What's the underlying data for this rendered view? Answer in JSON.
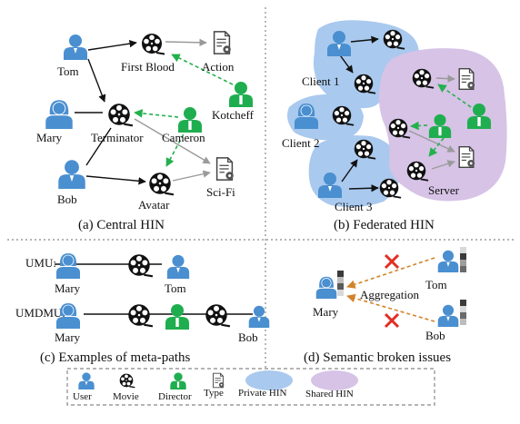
{
  "colors": {
    "user": "#4a8fd0",
    "director": "#1fae4f",
    "private_hin": "#a9c9ee",
    "shared_hin": "#d6c3e6",
    "cross": "#e32d22",
    "aggregation_arrow": "#d3822b",
    "director_link": "#22b14c"
  },
  "panel_a": {
    "caption": "(a) Central HIN",
    "users": [
      "Tom",
      "Mary",
      "Bob"
    ],
    "movies": [
      "First Blood",
      "Terminator",
      "Avatar"
    ],
    "directors": [
      "Kotcheff",
      "Cameron"
    ],
    "types": [
      "Action",
      "Sci-Fi"
    ]
  },
  "panel_b": {
    "caption": "(b) Federated HIN",
    "clients": [
      "Client 1",
      "Client 2",
      "Client 3"
    ],
    "server": "Server"
  },
  "panel_c": {
    "caption": "(c) Examples of meta-paths",
    "umu": {
      "label": "UMU:",
      "start": "Mary",
      "end": "Tom"
    },
    "umdmu": {
      "label": "UMDMU:",
      "start": "Mary",
      "end": "Bob"
    }
  },
  "panel_d": {
    "caption": "(d) Semantic broken issues",
    "target": "Mary",
    "sources": [
      "Tom",
      "Bob"
    ],
    "aggregation": "Aggregation"
  },
  "legend": {
    "user": "User",
    "movie": "Movie",
    "director": "Director",
    "type": "Type",
    "private_hin": "Private HIN",
    "shared_hin": "Shared HIN"
  }
}
